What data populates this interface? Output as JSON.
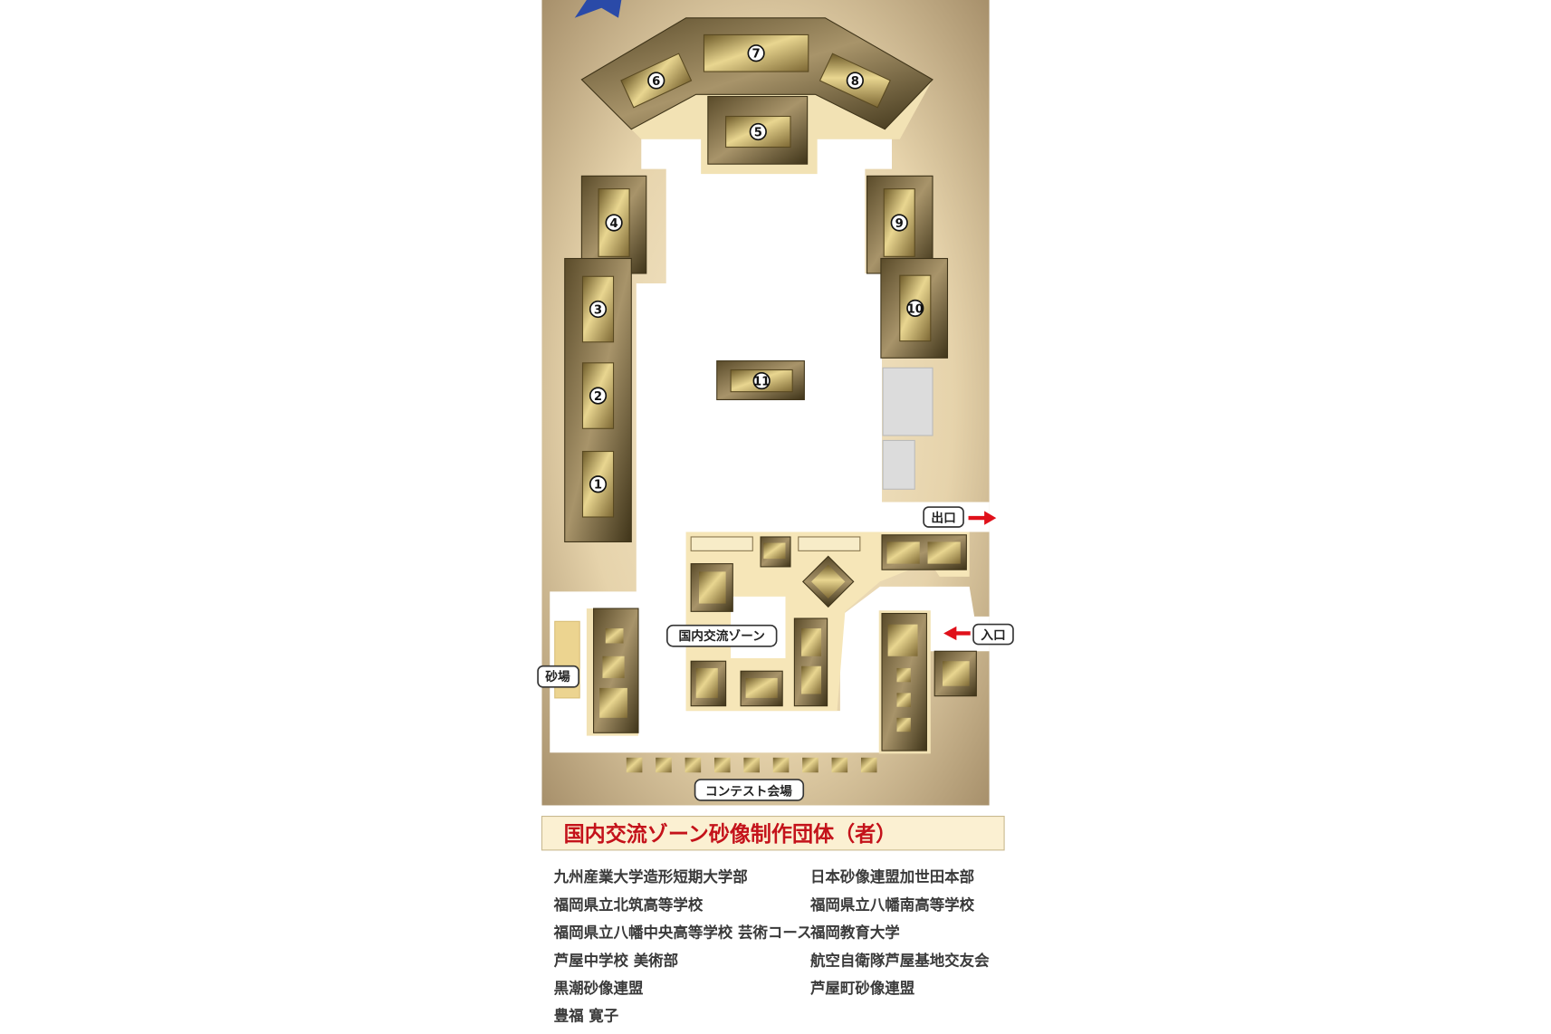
{
  "map": {
    "booth_numbers": [
      "1",
      "2",
      "3",
      "4",
      "5",
      "6",
      "7",
      "8",
      "9",
      "10",
      "11"
    ],
    "labels": {
      "exit": "出口",
      "entrance": "入口",
      "sandbox": "砂場",
      "domestic_zone": "国内交流ゾーン",
      "contest_venue": "コンテスト会場"
    },
    "colors": {
      "arrow": "#e0101a",
      "title": "#c4121a",
      "title_bg": "#fbf0d2"
    }
  },
  "section": {
    "title": "国内交流ゾーン砂像制作団体（者）",
    "left_column": [
      "九州産業大学造形短期大学部",
      "福岡県立北筑高等学校",
      "福岡県立八幡中央高等学校 芸術コース",
      "芦屋中学校 美術部",
      "黒潮砂像連盟",
      "豊福 寛子"
    ],
    "right_column": [
      "日本砂像連盟加世田本部",
      "福岡県立八幡南高等学校",
      "福岡教育大学",
      "航空自衛隊芦屋基地交友会",
      "芦屋町砂像連盟"
    ]
  }
}
